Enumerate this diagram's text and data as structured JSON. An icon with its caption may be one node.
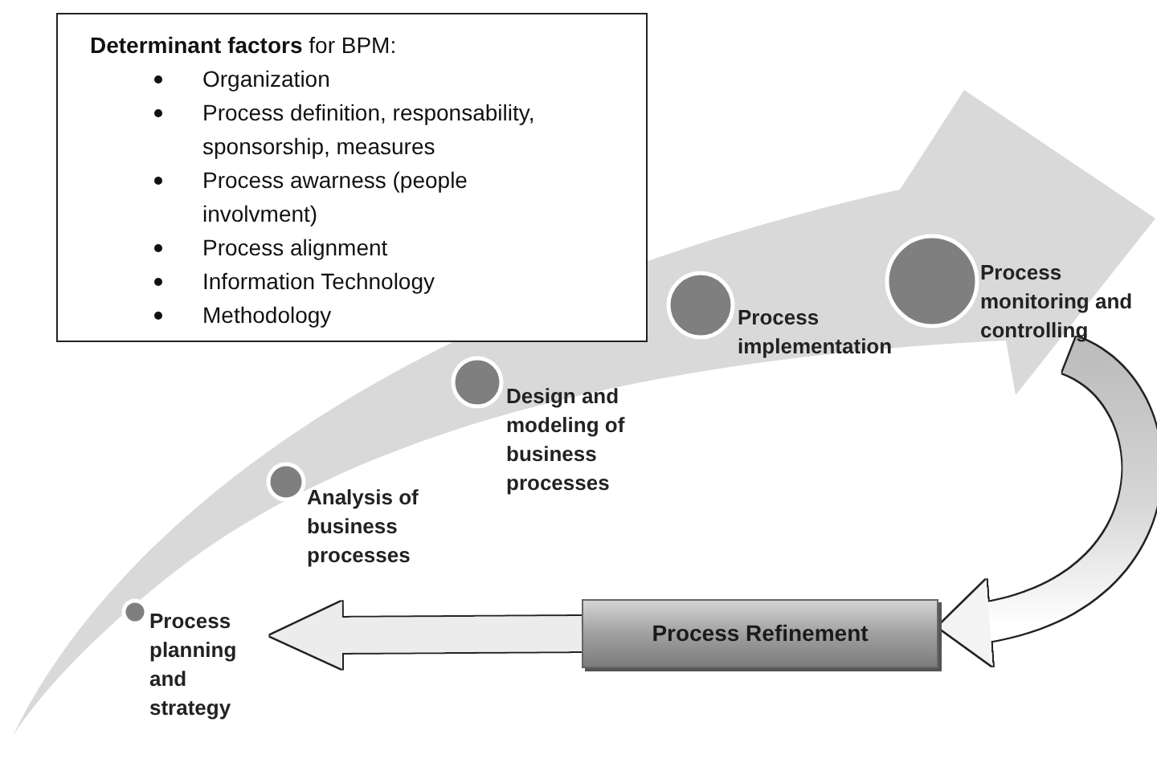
{
  "diagram": {
    "nodes": [
      {
        "text": [
          "**Determinant factors** for BPM:",
          "Organization",
          "Process definition, responsability, sponsorship, measures",
          "Process awarness (people involvment)",
          "Process alignment",
          "Information Technology",
          "Methodology"
        ]
      },
      {
        "text": [
          "Process planning and strategy"
        ]
      },
      {
        "text": [
          "Analysis of business processes"
        ]
      },
      {
        "text": [
          "Design and modeling of business processes"
        ]
      },
      {
        "text": [
          "Process implementation"
        ]
      },
      {
        "text": [
          "Process monitoring and controlling"
        ]
      },
      {
        "text": [
          "Process Refinement"
        ]
      }
    ],
    "edges": [
      {
        "from": 5,
        "to": 6,
        "arrow": "to"
      },
      {
        "from": 6,
        "to": 1,
        "arrow": "to"
      }
    ]
  }
}
